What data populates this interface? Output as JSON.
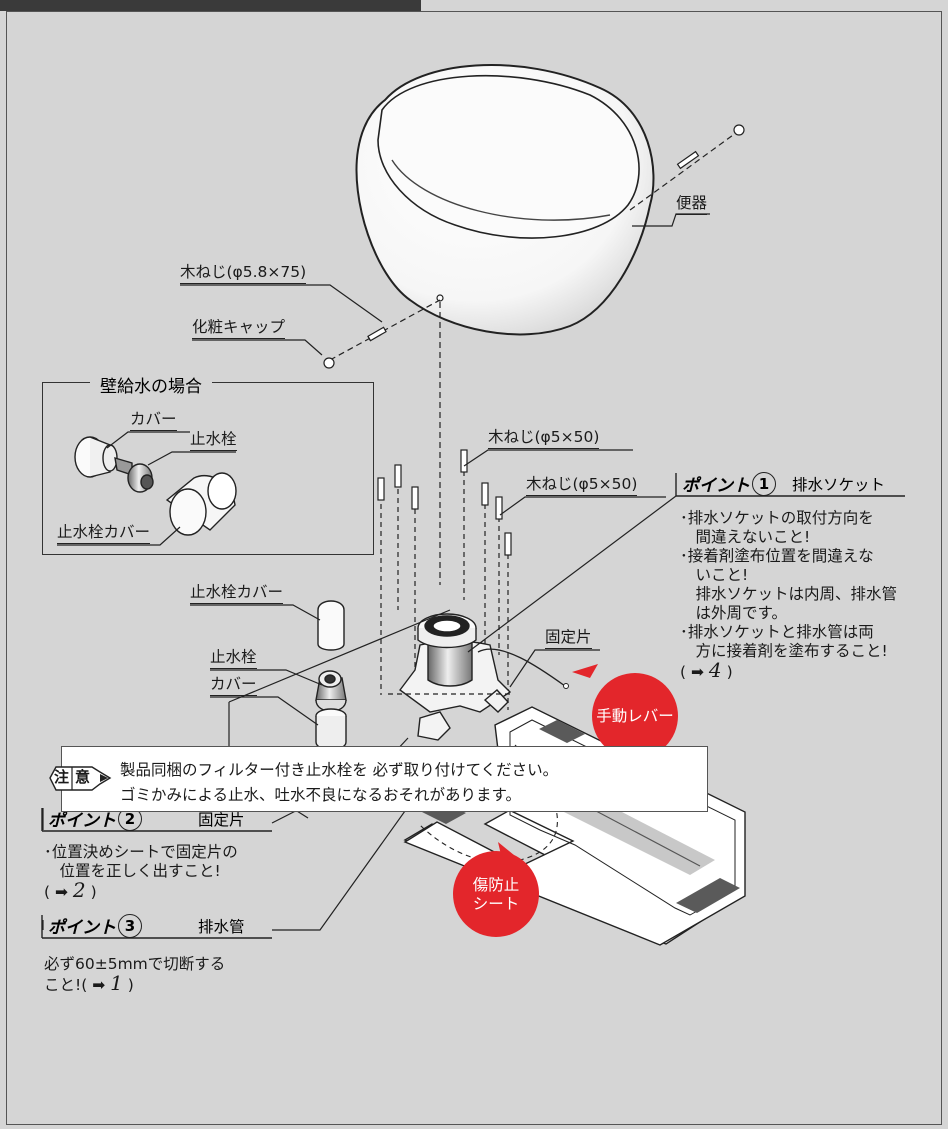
{
  "labels": {
    "benki": "便器",
    "mokuneji_58": "木ねじ(φ5.8×75)",
    "keshou_cap": "化粧キャップ",
    "mokuneji_5_a": "木ねじ(φ5×50)",
    "mokuneji_5_b": "木ねじ(φ5×50)",
    "shisuisen_cover_main": "止水栓カバー",
    "shisuisen_main": "止水栓",
    "cover_main": "カバー",
    "koteihen": "固定片",
    "shudou_lever": "手動レバー",
    "kizu_boushi_l1": "傷防止",
    "kizu_boushi_l2": "シート"
  },
  "wall_box": {
    "title": "壁給水の場合",
    "cover": "カバー",
    "shisuisen": "止水栓",
    "shisuisen_cover": "止水栓カバー"
  },
  "point1": {
    "keyword": "ポイント",
    "number": "1",
    "subject": "排水ソケット",
    "lines": [
      "･排水ソケットの取付方向を",
      "　間違えないこと!",
      "･接着剤塗布位置を間違えな",
      "　いこと!",
      "　排水ソケットは内周、排水管",
      "　は外周です。",
      "･排水ソケットと排水管は両",
      "　方に接着剤を塗布すること!"
    ],
    "ref_arrow": "➡",
    "ref_num": "4"
  },
  "point2": {
    "keyword": "ポイント",
    "number": "2",
    "subject": "固定片",
    "lines": [
      "･位置決めシートで固定片の",
      "　位置を正しく出すこと!"
    ],
    "ref_arrow": "➡",
    "ref_num": "2"
  },
  "point3": {
    "keyword": "ポイント",
    "number": "3",
    "subject": "排水管",
    "line1": "必ず60±5mmで切断する",
    "line2_prefix": "こと!(",
    "ref_arrow": "➡",
    "ref_num": "1"
  },
  "caution": {
    "badge_1": "注",
    "badge_2": "意",
    "line1": "製品同梱のフィルター付き止水栓を 必ず取り付けてください。",
    "line2": "ゴミかみによる止水、吐水不良になるおそれがあります。"
  },
  "colors": {
    "background": "#d5d5d5",
    "accent_red": "#e3262b",
    "topbar": "#3a3a3a",
    "tape": "#5a5a5a"
  }
}
